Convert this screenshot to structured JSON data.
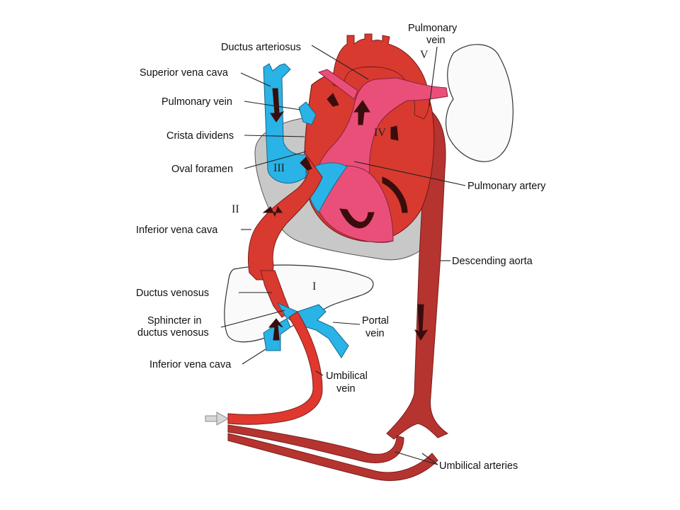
{
  "colors": {
    "oxygenated_red": "#e0382e",
    "mixed_red": "#c63b33",
    "deoxygenated_dark_red": "#b5342f",
    "venous_blue": "#29b3e6",
    "pulmonary_pink": "#ea4f7a",
    "pericardium_gray": "#c8c8c8",
    "organ_fill": "#fafafa",
    "text": "#111111"
  },
  "labels": {
    "ductus_arteriosus": "Ductus arteriosus",
    "pulmonary_vein_top_line1": "Pulmonary",
    "pulmonary_vein_top_line2": "vein",
    "superior_vena_cava": "Superior vena cava",
    "pulmonary_vein_left": "Pulmonary vein",
    "crista_dividens": "Crista dividens",
    "oval_foramen": "Oval foramen",
    "pulmonary_artery": "Pulmonary artery",
    "inferior_vena_cava_upper": "Inferior vena cava",
    "descending_aorta": "Descending aorta",
    "ductus_venosus": "Ductus venosus",
    "sphincter_line1": "Sphincter in",
    "sphincter_line2": "ductus venosus",
    "portal_vein_line1": "Portal",
    "portal_vein_line2": "vein",
    "inferior_vena_cava_lower": "Inferior vena cava",
    "umbilical_vein_line1": "Umbilical",
    "umbilical_vein_line2": "vein",
    "umbilical_arteries": "Umbilical arteries"
  },
  "numerals": {
    "i": "I",
    "ii": "II",
    "iii": "III",
    "iv": "IV",
    "v": "V"
  }
}
